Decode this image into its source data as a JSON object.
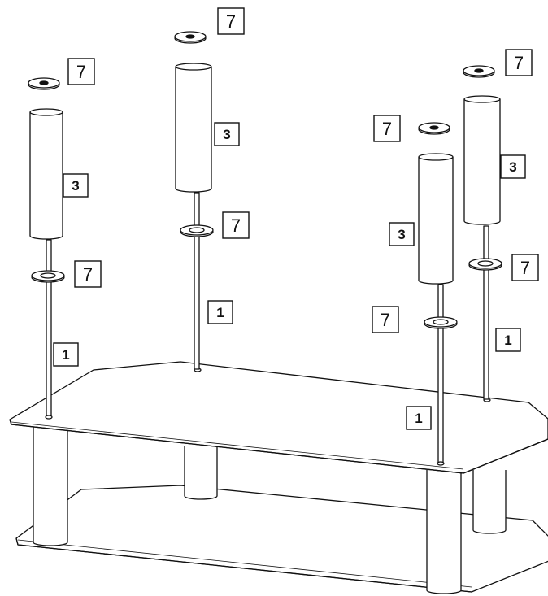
{
  "callouts": {
    "rod_1_label": "1",
    "rod_2_label": "1",
    "rod_3_label": "1",
    "rod_4_label": "1",
    "tube_1_label": "3",
    "tube_2_label": "3",
    "tube_3_label": "3",
    "tube_4_label": "3",
    "cap_1_label": "7",
    "cap_2_label": "7",
    "cap_3_label": "7",
    "cap_4_label": "7",
    "washer_1_label": "7",
    "washer_2_label": "7",
    "washer_3_label": "7",
    "washer_4_label": "7"
  },
  "colors": {
    "line": "#111111",
    "fill": "#ffffff"
  }
}
